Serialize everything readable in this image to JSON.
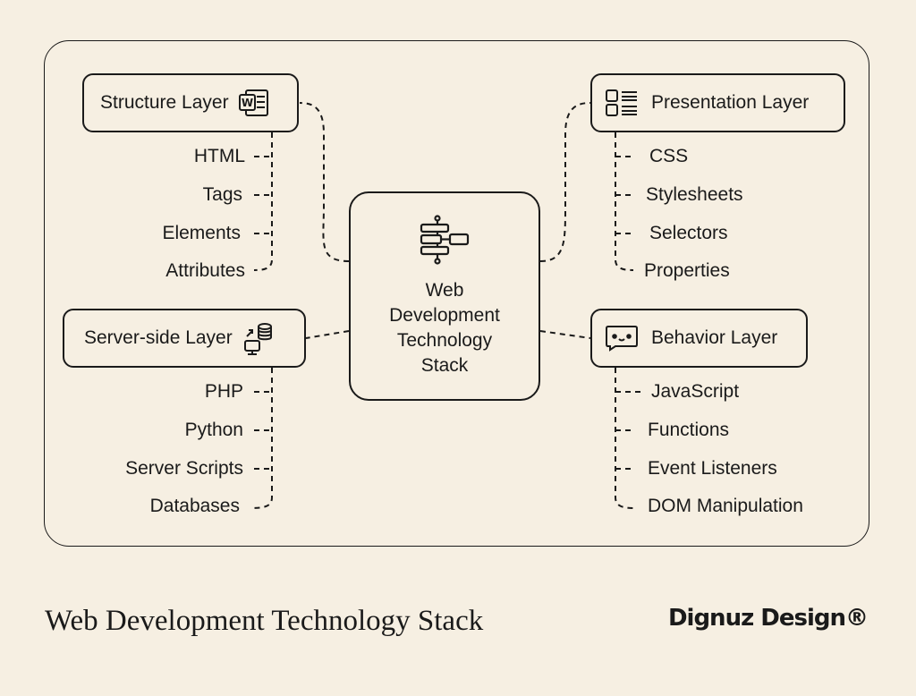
{
  "center": {
    "title": "Web Development Technology Stack",
    "icon": "component-icon"
  },
  "layers": {
    "structure": {
      "label": "Structure Layer",
      "icon": "word-document-icon",
      "items": [
        "HTML",
        "Tags",
        "Elements",
        "Attributes"
      ]
    },
    "presentation": {
      "label": "Presentation Layer",
      "icon": "layout-list-icon",
      "items": [
        "CSS",
        "Stylesheets",
        "Selectors",
        "Properties"
      ]
    },
    "server": {
      "label": "Server-side Layer",
      "icon": "server-database-icon",
      "items": [
        "PHP",
        "Python",
        "Server Scripts",
        "Databases"
      ]
    },
    "behavior": {
      "label": "Behavior Layer",
      "icon": "chat-bubble-icon",
      "items": [
        "JavaScript",
        "Functions",
        "Event Listeners",
        "DOM Manipulation"
      ]
    }
  },
  "footer": {
    "title": "Web Development Technology Stack",
    "brand": "Dignuz Design®"
  },
  "colors": {
    "background": "#f6efe2",
    "ink": "#1a1a1a"
  }
}
